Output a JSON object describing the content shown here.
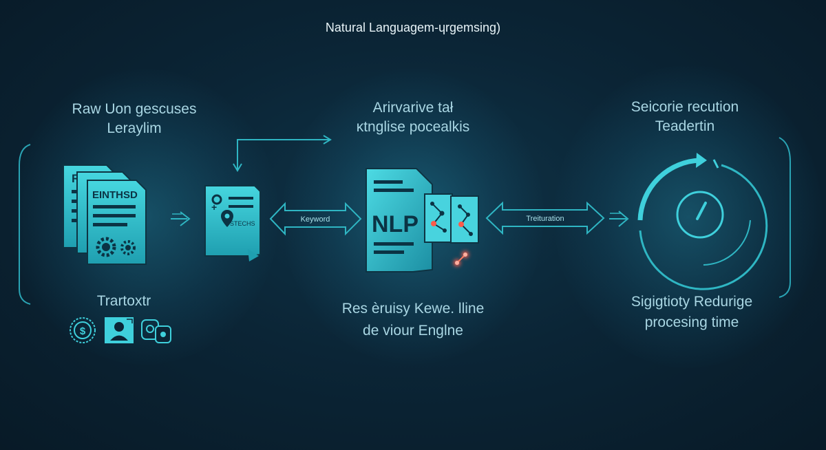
{
  "title": "Natural Languagem‑ɥrgemsing)",
  "panels": {
    "left": {
      "heading_line1": "Raw Uon gescuses",
      "heading_line2": "Leraylim",
      "doc_back_label": "RAW",
      "doc_front_label": "EINTHSD",
      "small_doc_label": "STECHS",
      "footer_label": "Trartoxtr"
    },
    "middle": {
      "heading_line1": "Arirvarive tał",
      "heading_line2": "ĸtnglise pocealkis",
      "nlp_label": "NLP",
      "footer_line1": "Res èruisy Kewe. lline",
      "footer_line2": "de viour Englne"
    },
    "right": {
      "heading_line1": "Seicorie recution",
      "heading_line2": "Teadertin",
      "footer_line1": "Sigigtioty Redurige",
      "footer_line2": "procesing time"
    }
  },
  "connectors": {
    "keyword_label": "Keyword",
    "transformation_label": "Treituration"
  },
  "colors": {
    "accent": "#3fd0dc",
    "accent_dark": "#1a8896",
    "node_highlight": "#ff5a4a",
    "background": "#0b2536"
  },
  "icons": [
    "dollar-coin-icon",
    "user-icon",
    "camera-lock-icon",
    "gear-icon",
    "location-pin-icon",
    "gauge-icon"
  ]
}
